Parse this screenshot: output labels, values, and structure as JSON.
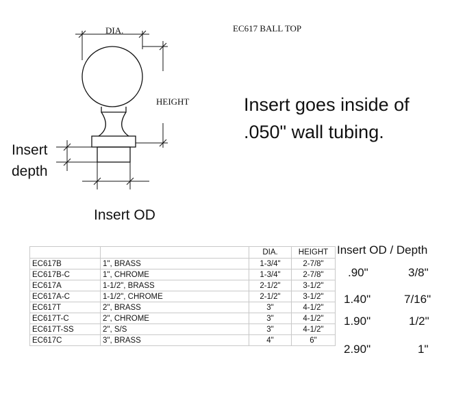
{
  "drawing": {
    "title": "EC617 BALL TOP",
    "dia_label": "DIA.",
    "height_label": "HEIGHT",
    "insert_depth_label": "Insert depth",
    "insert_od_label": "Insert OD",
    "note": "Insert goes inside of .050\" wall tubing."
  },
  "spec_table": {
    "headers": [
      "",
      "",
      "DIA.",
      "HEIGHT"
    ],
    "rows": [
      [
        "EC617B",
        "1\", BRASS",
        "1-3/4\"",
        "2-7/8\""
      ],
      [
        "EC617B-C",
        "1\", CHROME",
        "1-3/4\"",
        "2-7/8\""
      ],
      [
        "EC617A",
        "1-1/2\", BRASS",
        "2-1/2\"",
        "3-1/2\""
      ],
      [
        "EC617A-C",
        "1-1/2\", CHROME",
        "2-1/2\"",
        "3-1/2\""
      ],
      [
        "EC617T",
        "2\", BRASS",
        "3\"",
        "4-1/2\""
      ],
      [
        "EC617T-C",
        "2\", CHROME",
        "3\"",
        "4-1/2\""
      ],
      [
        "EC617T-SS",
        "2\", S/S",
        "3\"",
        "4-1/2\""
      ],
      [
        "EC617C",
        "3\", BRASS",
        "4\"",
        "6\""
      ]
    ]
  },
  "insert_od_depth": {
    "header": "Insert OD / Depth",
    "rows": [
      {
        "od": ".90\"",
        "depth": "3/8\""
      },
      {
        "od": "1.40\"",
        "depth": "7/16\""
      },
      {
        "od": "1.90\"",
        "depth": "1/2\""
      },
      {
        "od": "2.90\"",
        "depth": "1\""
      }
    ]
  }
}
